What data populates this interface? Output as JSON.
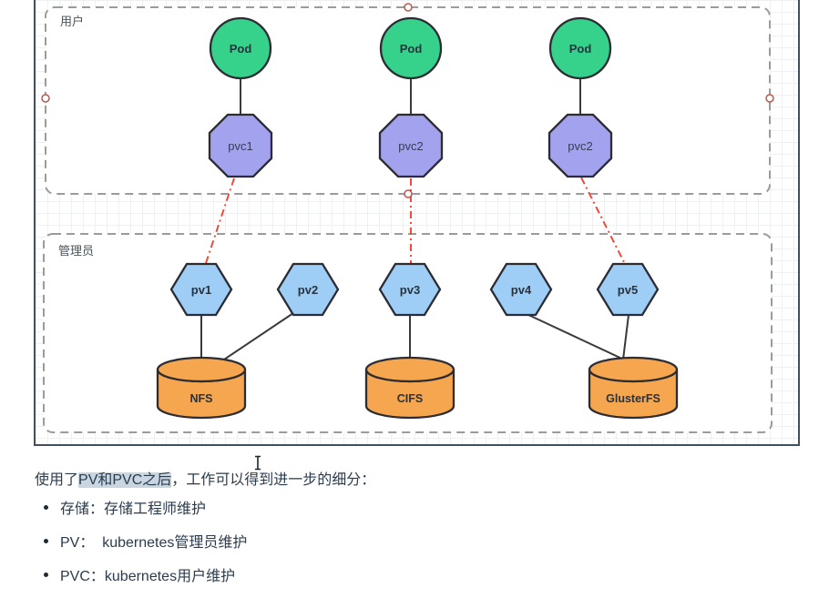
{
  "diagram": {
    "groups": [
      {
        "label": "用户"
      },
      {
        "label": "管理员"
      }
    ],
    "pods": [
      {
        "label": "Pod"
      },
      {
        "label": "Pod"
      },
      {
        "label": "Pod"
      }
    ],
    "pvcs": [
      {
        "label": "pvc1"
      },
      {
        "label": "pvc2"
      },
      {
        "label": "pvc2"
      }
    ],
    "pvs": [
      {
        "label": "pv1"
      },
      {
        "label": "pv2"
      },
      {
        "label": "pv3"
      },
      {
        "label": "pv4"
      },
      {
        "label": "pv5"
      }
    ],
    "storages": [
      {
        "label": "NFS"
      },
      {
        "label": "CIFS"
      },
      {
        "label": "GlusterFS"
      }
    ],
    "connections": {
      "pod_to_pvc": [
        [
          "Pod-1",
          "pvc1"
        ],
        [
          "Pod-2",
          "pvc2"
        ],
        [
          "Pod-3",
          "pvc2"
        ]
      ],
      "pvc_to_pv": [
        [
          "pvc1",
          "pv1"
        ],
        [
          "pvc2",
          "pv3"
        ],
        [
          "pvc2",
          "pv5"
        ]
      ],
      "pv_to_storage": [
        [
          "pv1",
          "NFS"
        ],
        [
          "pv2",
          "NFS"
        ],
        [
          "pv3",
          "CIFS"
        ],
        [
          "pv4",
          "GlusterFS"
        ],
        [
          "pv5",
          "GlusterFS"
        ]
      ]
    },
    "colors": {
      "pod_fill": "#36d28c",
      "pvc_fill": "#a2a2ee",
      "pv_fill": "#9ecdf6",
      "storage_fill": "#f5a64e",
      "claim_link_red": "#ee4b3a",
      "group_border": "#9b9b9b",
      "canvas_border": "#41505c",
      "anchor_ring": "#b5584e"
    }
  },
  "text_section": {
    "paragraph": {
      "before": "使用了",
      "highlight": "PV和PVC之后",
      "after": "，工作可以得到进一步的细分："
    },
    "highlight_color": "#c9d6e2",
    "bullets": [
      {
        "text": "存储：存储工程师维护"
      },
      {
        "text": "PV：  kubernetes管理员维护"
      },
      {
        "text": "PVC：kubernetes用户维护"
      }
    ]
  }
}
